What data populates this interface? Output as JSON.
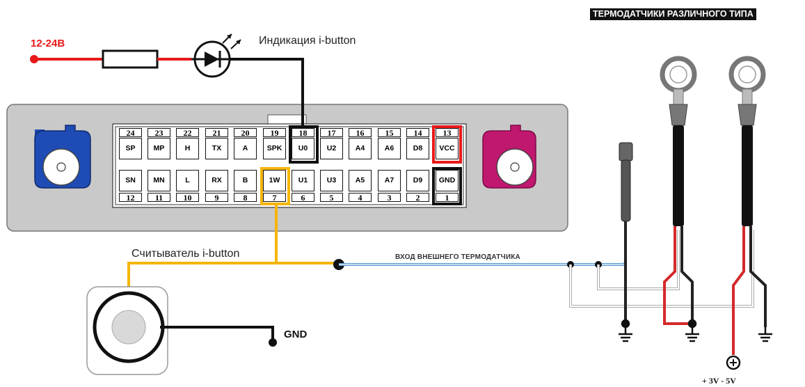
{
  "labels": {
    "power_voltage": "12-24В",
    "led_indicator": "Индикация i-button",
    "reader": "Считыватель i-button",
    "ground": "GND",
    "external_sensor_input": "ВХОД ВНЕШНЕГО ТЕРМОДАТЧИКА",
    "sensors_title": "ТЕРМОДАТЧИКИ РАЗЛИЧНОГО ТИПА",
    "sensor_supply": "+ 3V - 5V"
  },
  "connector": {
    "top_row": [
      {
        "num": "24",
        "name": "SP"
      },
      {
        "num": "23",
        "name": "MP"
      },
      {
        "num": "22",
        "name": "H"
      },
      {
        "num": "21",
        "name": "TX"
      },
      {
        "num": "20",
        "name": "A"
      },
      {
        "num": "19",
        "name": "SPK"
      },
      {
        "num": "18",
        "name": "U0",
        "highlight": "black"
      },
      {
        "num": "17",
        "name": "U2"
      },
      {
        "num": "16",
        "name": "A4"
      },
      {
        "num": "15",
        "name": "A6"
      },
      {
        "num": "14",
        "name": "D8"
      },
      {
        "num": "13",
        "name": "VCC",
        "highlight": "red"
      }
    ],
    "bottom_row": [
      {
        "num": "12",
        "name": "SN"
      },
      {
        "num": "11",
        "name": "MN"
      },
      {
        "num": "10",
        "name": "L"
      },
      {
        "num": "9",
        "name": "RX"
      },
      {
        "num": "8",
        "name": "B"
      },
      {
        "num": "7",
        "name": "1W",
        "highlight": "orange"
      },
      {
        "num": "6",
        "name": "U1"
      },
      {
        "num": "5",
        "name": "U3"
      },
      {
        "num": "4",
        "name": "A5"
      },
      {
        "num": "3",
        "name": "A7"
      },
      {
        "num": "2",
        "name": "D9"
      },
      {
        "num": "1",
        "name": "GND",
        "highlight": "black"
      }
    ]
  },
  "colors": {
    "power_wire": "#e8191a",
    "one_wire": "#f5b50a",
    "sensor_wire": "#5b9bd5",
    "left_port": "#1f4bb5",
    "right_port": "#c0176f",
    "panel": "#c9c9c9"
  }
}
